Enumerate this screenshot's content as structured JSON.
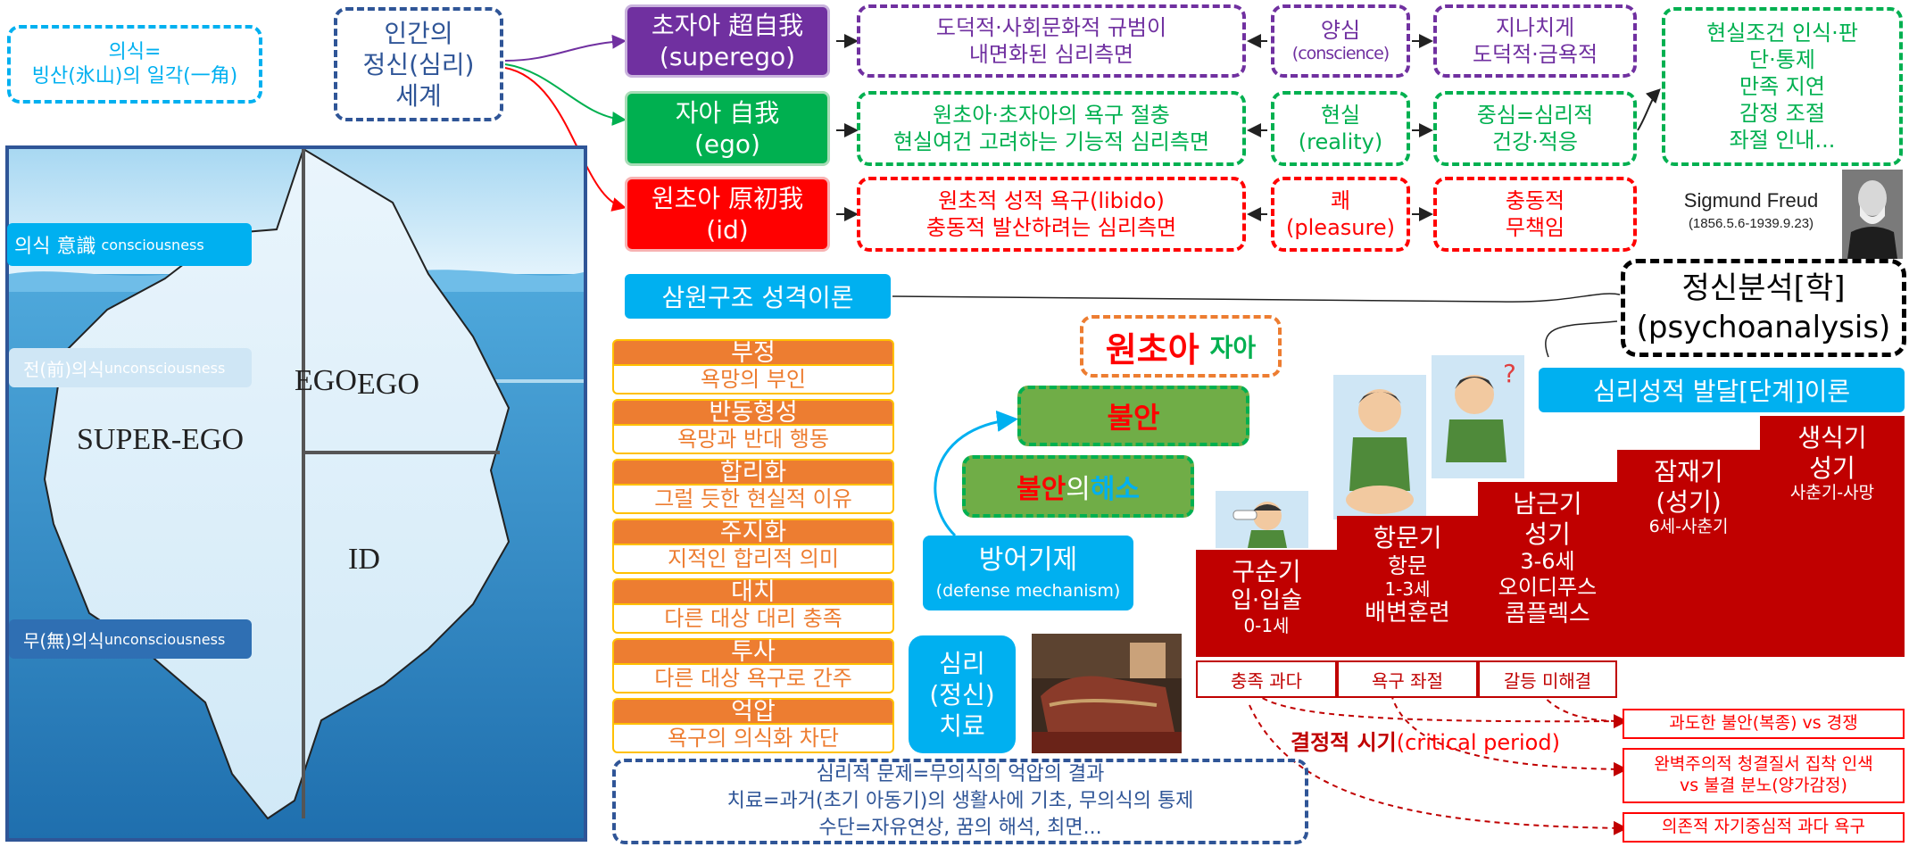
{
  "ice": {
    "label": "의식=\n빙산(氷山)의 일각(一角)",
    "conscious": "의식 意識",
    "conscious_en": "consciousness",
    "pre": "전(前)의식",
    "pre_en": "unconsciousness",
    "un": "무(無)의식",
    "un_en": "unconsciousness",
    "ego": "EGO",
    "superego": "SUPER-EGO",
    "id": "ID"
  },
  "mind": "인간의\n정신(심리)\n세계",
  "superego": {
    "title": "초자아 超自我\n(superego)",
    "desc": "도덕적·사회문화적 규범이\n내면화된 심리측면",
    "principle": "양심",
    "principle_en": "(conscience)",
    "excess": "지나치게\n도덕적·금욕적"
  },
  "ego": {
    "title": "자아 自我\n(ego)",
    "desc": "원초아·초자아의 욕구 절충\n현실여건 고려하는 기능적 심리측면",
    "principle": "현실\n(reality)",
    "balance": "중심=심리적\n건강·적응",
    "functions": "현실조건 인식·판\n단·통제\n만족 지연\n감정 조절\n좌절 인내..."
  },
  "id": {
    "title": "원초아 原初我\n(id)",
    "desc": "원초적 성적 욕구(libido)\n충동적 발산하려는 심리측면",
    "principle": "쾌\n(pleasure)",
    "excess": "충동적\n무책임"
  },
  "freud": {
    "name": "Sigmund Freud",
    "dates": "(1856.5.6-1939.9.23)"
  },
  "psychoanalysis": "정신분석[학]\n(psychoanalysis)",
  "three_structure": "삼원구조 성격이론",
  "psychosexual": "심리성적 발달[단계]이론",
  "anxiety": {
    "top_red": "원초아",
    "top_green": "자아",
    "anxiety": "불안",
    "resolve_red": "불안",
    "resolve_mid": "의",
    "resolve_blue": "해소"
  },
  "defense": {
    "title": "방어기제",
    "en": "(defense mechanism)",
    "items": [
      {
        "name": "부정",
        "desc": "욕망의 부인"
      },
      {
        "name": "반동형성",
        "desc": "욕망과 반대 행동"
      },
      {
        "name": "합리화",
        "desc": "그럴 듯한 현실적 이유"
      },
      {
        "name": "주지화",
        "desc": "지적인 합리적 의미"
      },
      {
        "name": "대치",
        "desc": "다른 대상 대리 충족"
      },
      {
        "name": "투사",
        "desc": "다른 대상 욕구로 간주"
      },
      {
        "name": "억압",
        "desc": "욕구의 의식화 차단"
      }
    ]
  },
  "therapy": {
    "label": "심리\n(정신)\n치료",
    "desc": "심리적 문제=무의식의 억압의 결과\n치료=과거(초기 아동기)의 생활사에 기초, 무의식의 통제\n수단=자유연상, 꿈의 해석, 최면..."
  },
  "stages": [
    {
      "title": "구순기",
      "sub": "입·입술",
      "age": "0-1세",
      "extra": ""
    },
    {
      "title": "항문기",
      "sub": "항문",
      "age": "1-3세",
      "extra": "배변훈련"
    },
    {
      "title": "남근기\n성기",
      "sub": "3-6세",
      "age": "오이디푸스",
      "extra": "콤플렉스"
    },
    {
      "title": "잠재기\n(성기)",
      "sub": "6세-사춘기",
      "age": "",
      "extra": ""
    },
    {
      "title": "생식기\n성기",
      "sub": "사춘기-사망",
      "age": "",
      "extra": ""
    }
  ],
  "fixation": [
    "충족 과다",
    "욕구 좌절",
    "갈등 미해결"
  ],
  "critical": {
    "ko": "결정적 시기",
    "en": "(critical period)"
  },
  "outcomes": [
    "과도한 불안(복종) vs 경쟁",
    "완벽주의적 청결질서 집착 인색\nvs 불결 분노(양가감정)",
    "의존적 자기중심적 과다 욕구"
  ],
  "colors": {
    "purple": "#7030a0",
    "green": "#00b050",
    "red": "#ff0000",
    "navy": "#2f5597",
    "cyan": "#00b0f0",
    "orange": "#ed7d31",
    "darkred": "#c00000"
  }
}
